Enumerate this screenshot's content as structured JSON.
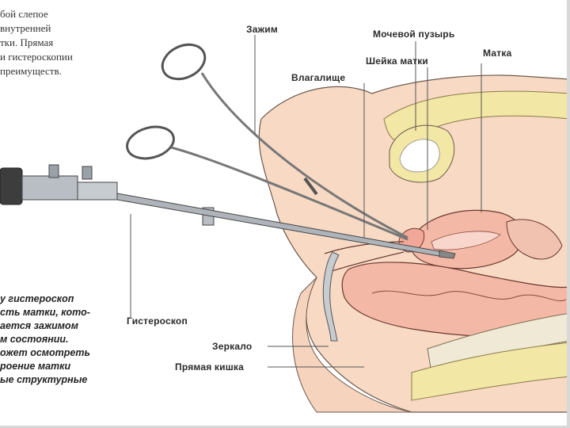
{
  "top_text": [
    "бой слепое",
    "внутренней",
    "тки. Прямая",
    "и гистероскопии",
    "преимуществ."
  ],
  "bottom_text": [
    "у гистероскоп",
    "сть матки, кото-",
    "ается зажимом",
    "м состоянии.",
    "ожет осмотреть",
    "роение матки",
    "ые структурные"
  ],
  "labels": {
    "clamp": "Зажим",
    "bladder": "Мочевой пузырь",
    "cervix": "Шейка матки",
    "uterus": "Матка",
    "vagina": "Влагалище",
    "hysteroscope": "Гистероскоп",
    "speculum": "Зеркало",
    "rectum": "Прямая кишка"
  },
  "colors": {
    "tissue": "#f7d9c4",
    "uterus": "#f4b8a6",
    "fat": "#f2e7a4",
    "bone": "#efe9d6",
    "instrument": "#9aa1a8",
    "line": "#555555"
  }
}
